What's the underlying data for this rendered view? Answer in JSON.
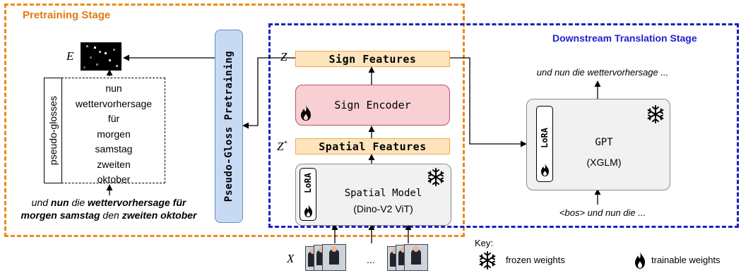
{
  "regions": {
    "pretraining_title": "Pretraining Stage",
    "downstream_title": "Downstream Translation Stage"
  },
  "labels": {
    "E": "E",
    "Z": "Z",
    "Z_star": "Z",
    "Z_star_sup": "*",
    "X": "X"
  },
  "boxes": {
    "sign_features": "Sign Features",
    "sign_encoder": "Sign Encoder",
    "spatial_features": "Spatial Features",
    "spatial_model": "Spatial Model",
    "spatial_model_sub": "(Dino-V2 ViT)",
    "pseudo_gloss_pretraining": "Pseudo-Gloss Pretraining",
    "gpt": "GPT",
    "gpt_sub": "(XGLM)",
    "lora": "LoRA"
  },
  "pseudo_glosses": {
    "label": "pseudo-glosses",
    "items": [
      "nun",
      "wettervorhersage",
      "für",
      "morgen",
      "samstag",
      "zweiten",
      "oktober"
    ]
  },
  "sentence": {
    "segments": [
      {
        "text": "und ",
        "bold": false
      },
      {
        "text": "nun",
        "bold": true
      },
      {
        "text": " die ",
        "bold": false
      },
      {
        "text": "wettervorhersage für morgen samstag",
        "bold": true
      },
      {
        "text": " den ",
        "bold": false
      },
      {
        "text": "zweiten oktober",
        "bold": true
      }
    ]
  },
  "gpt_output": "und nun die wettervorhersage ...",
  "gpt_input": "<bos> und nun die ...",
  "frames_ellipsis": "...",
  "key": {
    "title": "Key:",
    "frozen": "frozen weights",
    "trainable": "trainable weights"
  },
  "colors": {
    "pretraining": "#ea8a1e",
    "downstream": "#1f1fbf",
    "features": "#fde4bd",
    "encoder": "#f8cfd2",
    "model": "#f1f1f1",
    "pseudo_gloss": "#c6daf3"
  }
}
